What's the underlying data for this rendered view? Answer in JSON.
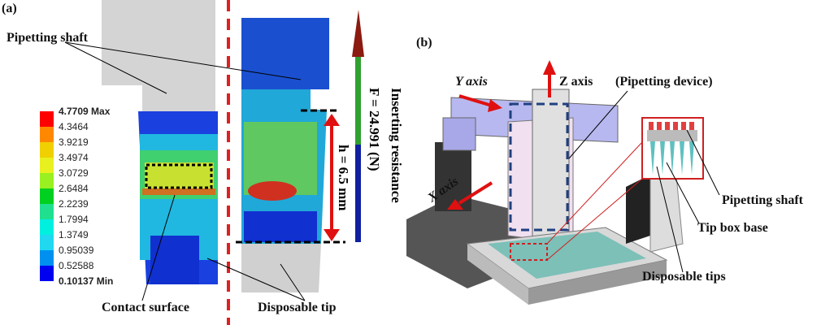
{
  "panel_a": {
    "label": "(a)",
    "pipetting_shaft": "Pipetting shaft",
    "contact_surface": "Contact surface",
    "disposable_tip": "Disposable tip",
    "height_label": "h = 6.5 mm",
    "force_label": "F = 24.991 (N)",
    "resistance_label": "Inserting resistance",
    "legend": [
      {
        "value": "4.7709 Max",
        "color": "#ff0000",
        "bold": true
      },
      {
        "value": "4.3464",
        "color": "#ff8800"
      },
      {
        "value": "3.9219",
        "color": "#f0d000"
      },
      {
        "value": "3.4974",
        "color": "#e8f020"
      },
      {
        "value": "3.0729",
        "color": "#9af020"
      },
      {
        "value": "2.6484",
        "color": "#00d020"
      },
      {
        "value": "2.2239",
        "color": "#20e090"
      },
      {
        "value": "1.7994",
        "color": "#00f0e0"
      },
      {
        "value": "1.3749",
        "color": "#20d8f0"
      },
      {
        "value": "0.95039",
        "color": "#0090f0"
      },
      {
        "value": "0.52588",
        "color": "#0000f0"
      },
      {
        "value": "0.10137 Min",
        "bold": true
      }
    ]
  },
  "panel_b": {
    "label": "(b)",
    "y_axis": "Y axis",
    "z_axis": "Z axis",
    "pipetting_device": "(Pipetting device)",
    "x_axis": "X axis",
    "pipetting_shaft": "Pipetting shaft",
    "tip_box_base": "Tip box base",
    "disposable_tips": "Disposable tips"
  }
}
